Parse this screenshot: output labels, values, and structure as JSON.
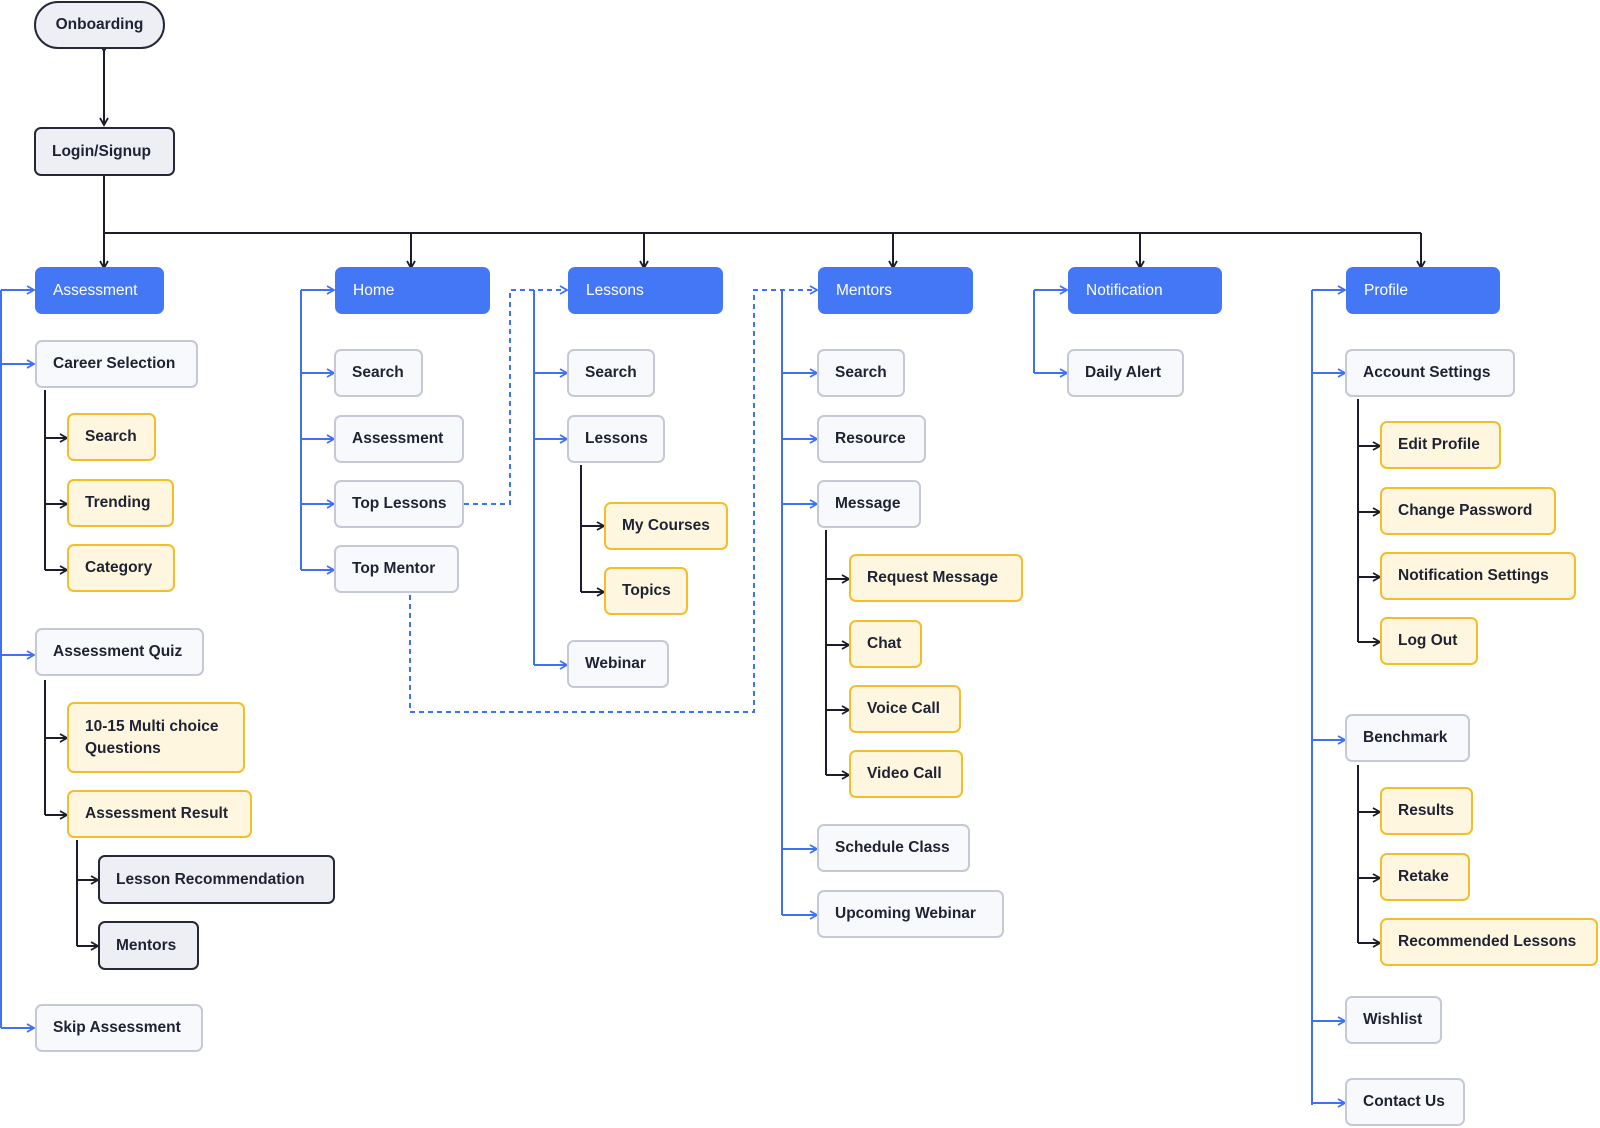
{
  "diagram": {
    "root": {
      "onboarding": "Onboarding",
      "login": "Login/Signup"
    },
    "assessment": {
      "title": "Assessment",
      "career_selection": "Career Selection",
      "career_items": [
        "Search",
        "Trending",
        "Category"
      ],
      "quiz": "Assessment Quiz",
      "quiz_items": [
        "10-15 Multi choice Questions",
        "Assessment Result"
      ],
      "result_items": [
        "Lesson Recommendation",
        "Mentors"
      ],
      "skip": "Skip Assessment"
    },
    "home": {
      "title": "Home",
      "items": [
        "Search",
        "Assessment",
        "Top Lessons",
        "Top Mentor"
      ]
    },
    "lessons": {
      "title": "Lessons",
      "items": [
        "Search",
        "Lessons",
        "Webinar"
      ],
      "lessons_items": [
        "My Courses",
        "Topics"
      ]
    },
    "mentors": {
      "title": "Mentors",
      "items": [
        "Search",
        "Resource",
        "Message",
        "Schedule Class",
        "Upcoming Webinar"
      ],
      "message_items": [
        "Request Message",
        "Chat",
        "Voice Call",
        "Video Call"
      ]
    },
    "notification": {
      "title": "Notification",
      "items": [
        "Daily Alert"
      ]
    },
    "profile": {
      "title": "Profile",
      "items": [
        "Account Settings",
        "Benchmark",
        "Wishlist",
        "Contact Us"
      ],
      "account_items": [
        "Edit Profile",
        "Change Password",
        "Notification Settings",
        "Log Out"
      ],
      "benchmark_items": [
        "Results",
        "Retake",
        "Recommended Lessons"
      ]
    },
    "colors": {
      "category_fill": "#4477f6",
      "connector_blue": "#3f72f2",
      "connector_dark": "#1b1d2c",
      "subitem_fill": "#fff6df",
      "subitem_border": "#f4bd2b",
      "page_border": "#c5c9d6",
      "root_fill": "#eeeff4"
    }
  }
}
